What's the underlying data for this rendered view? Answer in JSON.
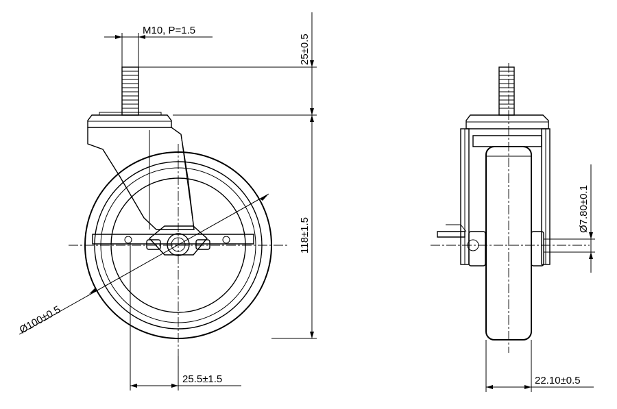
{
  "drawing": {
    "views": [
      "front-view",
      "side-view"
    ],
    "dimensions": {
      "thread": "M10, P=1.5",
      "stem_length": "25±0.5",
      "overall_height": "118±1.5",
      "wheel_diameter": "Ø100±0.5",
      "offset": "25.5±1.5",
      "axle_diameter": "Ø7.80±0.1",
      "wheel_width": "22.10±0.5"
    }
  }
}
